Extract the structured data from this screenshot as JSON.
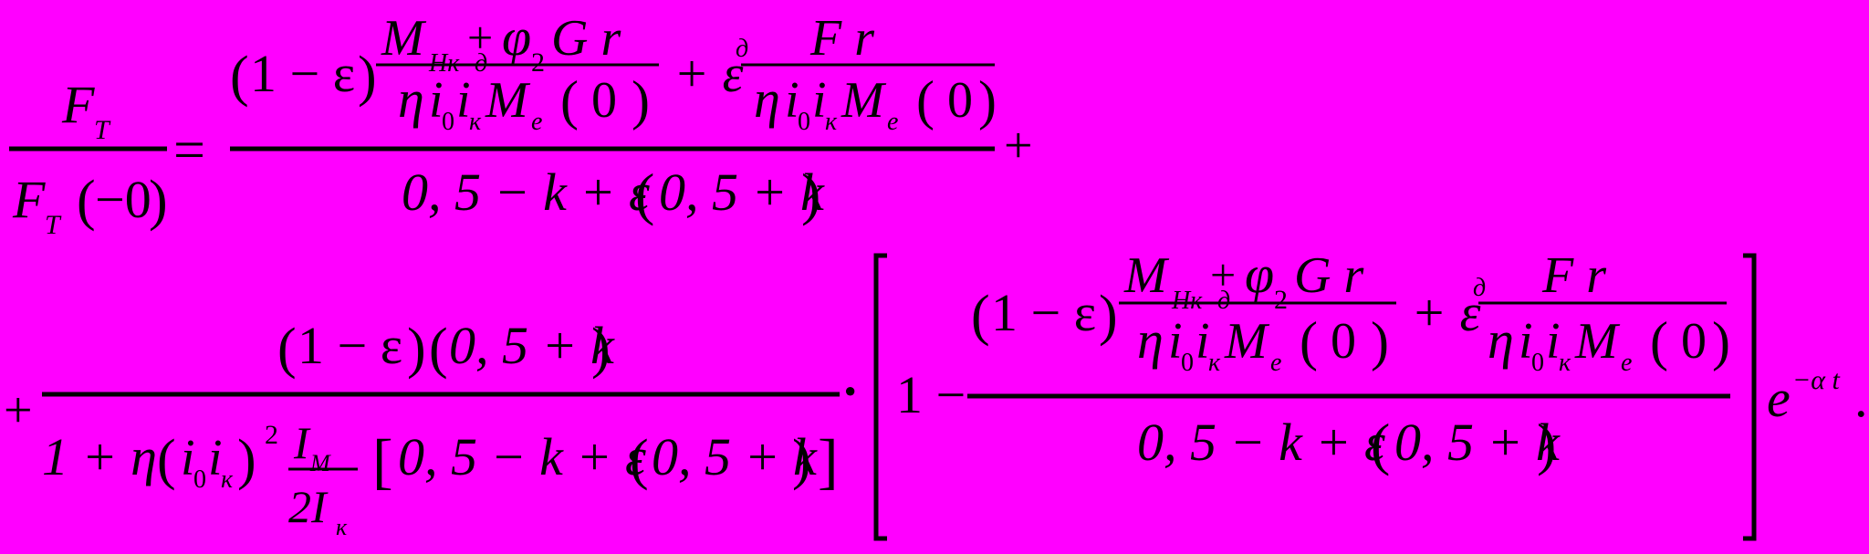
{
  "colors": {
    "background": "#ff00ff",
    "ink": "#000000"
  },
  "equation": {
    "lhs": {
      "num_main": "F",
      "num_sub": "T",
      "den_main": "F",
      "den_sub": "T",
      "den_arg": "−0"
    },
    "equals": "=",
    "term1": {
      "one_minus_eps": "1 − ε",
      "frac1_num_M": "M",
      "frac1_num_M_sub": "Hк",
      "frac1_num_plus": "+",
      "frac1_num_d": "д",
      "frac1_num_phi": "φ",
      "frac1_num_phi_sub": "2",
      "frac1_num_rest": "G  r",
      "den_eta": "η",
      "den_i": "i",
      "den_i_sub0": "0",
      "den_i2": "i",
      "den_i_subk": "к",
      "den_M": "M",
      "den_M_sub": "е",
      "den_arg": "0",
      "plus_eps": "+ ε",
      "eps_sup_d": "д",
      "frac2_num": "F  r",
      "big_den": "0, 5 − k + ε",
      "big_den_arg": "0, 5 + k",
      "trailing_plus": "+"
    },
    "term2": {
      "leading_plus": "+",
      "num_factor1": "1 − ε",
      "num_factor2": "0, 5 + k",
      "den_one_plus_eta": "1 + η",
      "den_i": "i",
      "den_i_sub0": "0",
      "den_i2": "i",
      "den_i_subk": "к",
      "den_sq": "2",
      "den_frac_num": "I",
      "den_frac_num_sub": "M",
      "den_frac_den": "2I",
      "den_frac_den_sub": "к",
      "den_bracket": "0, 5 − k + ε",
      "den_bracket_arg": "0, 5 + k",
      "dot": "·",
      "bracket_one_minus": "1 −",
      "exp_e": "e",
      "exp_sup": "−α t",
      "period": "."
    }
  }
}
